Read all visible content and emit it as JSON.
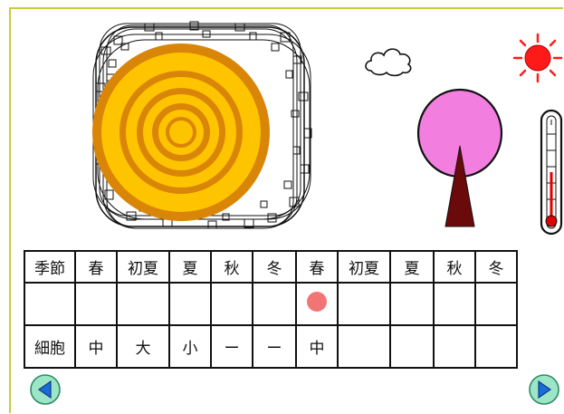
{
  "table": {
    "header": [
      "季節",
      "春",
      "初夏",
      "夏",
      "秋",
      "冬",
      "春",
      "初夏",
      "夏",
      "秋",
      "冬"
    ],
    "marker_row": [
      "",
      "",
      "",
      "",
      "",
      "",
      "●",
      "",
      "",
      "",
      ""
    ],
    "cell_row": [
      "細胞",
      "中",
      "大",
      "小",
      "ー",
      "ー",
      "中",
      "",
      "",
      "",
      ""
    ]
  },
  "colors": {
    "frame": "#c8cc3a",
    "sun": "#ff1a1a",
    "ring_orange": "#d98508",
    "ring_yellow": "#ffc400",
    "tree_canopy": "#f27fe0",
    "tree_trunk": "#6b0a0a",
    "marker_dot": "#f27575",
    "nav_button": "#9ce6c6",
    "nav_arrow": "#1c6bd6"
  },
  "icons": {
    "prev": "triangle-left-icon",
    "next": "triangle-right-icon",
    "sun": "sun-icon",
    "cloud": "cloud-icon",
    "tree": "tree-icon",
    "thermometer": "thermometer-icon",
    "growth_rings": "growth-rings-icon"
  }
}
